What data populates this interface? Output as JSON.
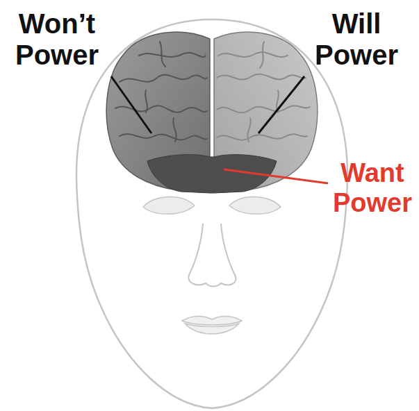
{
  "diagram": {
    "labels": [
      "Won’t Power",
      "Will Power",
      "Want Power"
    ]
  }
}
